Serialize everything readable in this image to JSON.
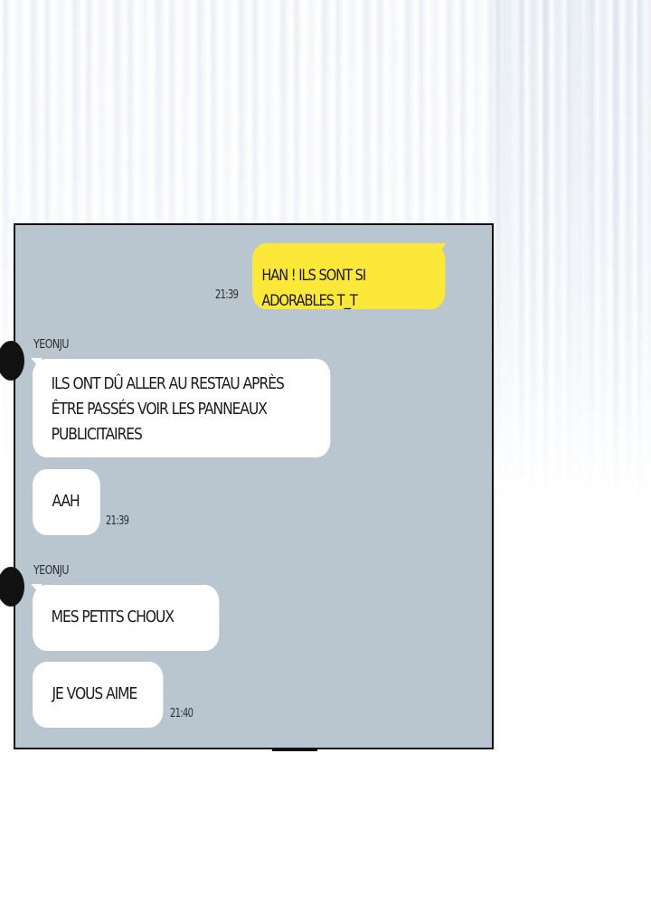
{
  "chat": {
    "messages": [
      {
        "side": "right",
        "text": "HAN ! ILS SONT SI ADORABLES T_T",
        "time": "21:39",
        "bubble_color": "#fce839"
      },
      {
        "side": "left",
        "sender": "YEONJU",
        "text_lines": [
          "ILS ONT DÛ ALLER AU RESTAU APRÈS",
          "ÊTRE PASSÉS VOIR LES PANNEAUX",
          "PUBLICITAIRES"
        ]
      },
      {
        "side": "left",
        "text": "AAH",
        "time": "21:39"
      },
      {
        "side": "left",
        "sender": "YEONJU",
        "text": "MES PETITS CHOUX"
      },
      {
        "side": "left",
        "text": "JE VOUS AIME",
        "time": "21:40"
      }
    ]
  },
  "colors": {
    "panel_background": "#bac6cf",
    "incoming_bubble": "#ffffff",
    "outgoing_bubble": "#fce839",
    "border": "#111111"
  },
  "icons": {
    "avatar": "avatar-icon"
  }
}
